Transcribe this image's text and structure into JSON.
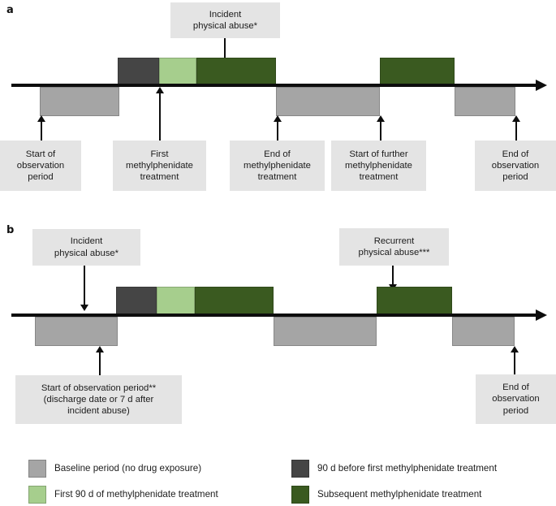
{
  "figure": {
    "panels": [
      {
        "letter": "a",
        "callouts": [
          {
            "name": "incident-physical-abuse",
            "text": "Incident\nphysical abuse*"
          },
          {
            "name": "start-of-observation-period",
            "text": "Start of\nobservation\nperiod"
          },
          {
            "name": "first-methylphenidate-treatment",
            "text": "First\nmethylphenidate\ntreatment"
          },
          {
            "name": "end-of-methylphenidate-treatment",
            "text": "End of\nmethylphenidate\ntreatment"
          },
          {
            "name": "start-of-further-methylphenidate-treatment",
            "text": "Start of further\nmethylphenidate\ntreatment"
          },
          {
            "name": "end-of-observation-period",
            "text": "End of\nobservation\nperiod"
          }
        ]
      },
      {
        "letter": "b",
        "callouts": [
          {
            "name": "incident-physical-abuse",
            "text": "Incident\nphysical abuse*"
          },
          {
            "name": "recurrent-physical-abuse",
            "text": "Recurrent\nphysical abuse***"
          },
          {
            "name": "start-of-observation-period",
            "text": "Start of observation period**\n(discharge date or 7 d after\nincident abuse)"
          },
          {
            "name": "end-of-observation-period",
            "text": "End of\nobservation\nperiod"
          }
        ]
      }
    ],
    "legend": {
      "items": [
        {
          "name": "baseline-period",
          "label": "Baseline period (no drug exposure)",
          "color": "#a5a5a5"
        },
        {
          "name": "ninety-days-before-first-treatment",
          "label": "90 d before first methylphenidate treatment",
          "color": "#454545"
        },
        {
          "name": "first-90-days-of-treatment",
          "label": "First 90 d of methylphenidate treatment",
          "color": "#a6ce8d"
        },
        {
          "name": "subsequent-treatment",
          "label": "Subsequent methylphenidate treatment",
          "color": "#3a5a20"
        }
      ]
    },
    "colors": {
      "baseline_gray": "#a5a5a5",
      "pre_treatment_dark": "#454545",
      "first_90d_light_green": "#a6ce8d",
      "subsequent_dark_green": "#3a5a20",
      "callout_background": "#e4e4e4",
      "axis_black": "#0d0d0d"
    }
  }
}
